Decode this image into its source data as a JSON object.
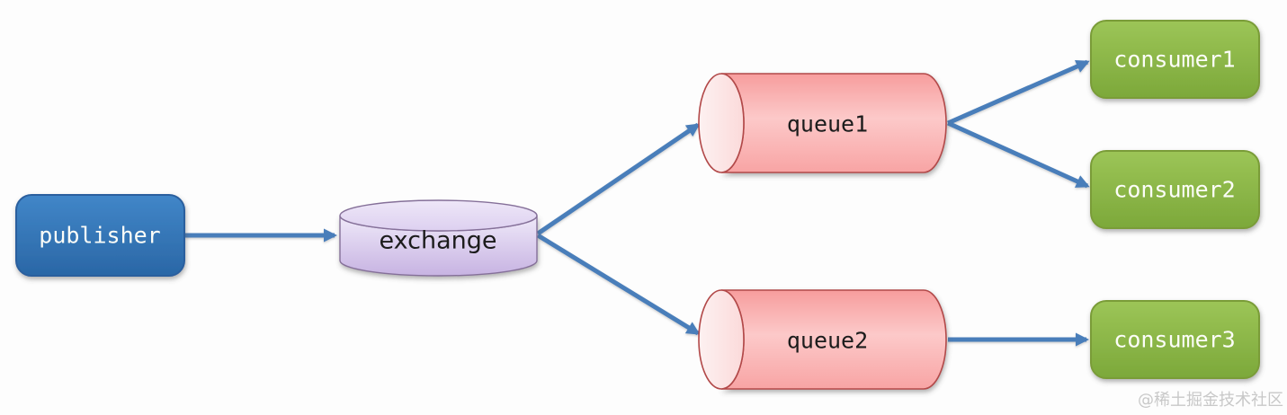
{
  "diagram": {
    "type": "flow-diagram",
    "topic": "message-queue-fanout",
    "watermark": "@稀土掘金技术社区",
    "colors": {
      "background": "#fdfdfd",
      "arrow": "#4a7eba",
      "publisher_blue": "#3578bb",
      "exchange_lavender": "#d9c9ef",
      "queue_pink": "#f9a8a8",
      "queue_cap_pink": "#fdecec",
      "consumer_green": "#8cb944",
      "watermark_gray": "#c8c8c8",
      "node_text_light": "#fcfdf8",
      "node_text_dark": "#1c1c1c"
    },
    "nodes": {
      "publisher": {
        "label": "publisher",
        "shape": "rounded-rect",
        "color": "#3578bb"
      },
      "exchange": {
        "label": "exchange",
        "shape": "cylinder-vertical",
        "color": "#d9c9ef"
      },
      "queue1": {
        "label": "queue1",
        "shape": "cylinder-horizontal",
        "color": "#f9a8a8"
      },
      "queue2": {
        "label": "queue2",
        "shape": "cylinder-horizontal",
        "color": "#f9a8a8"
      },
      "consumer1": {
        "label": "consumer1",
        "shape": "rounded-rect",
        "color": "#8cb944"
      },
      "consumer2": {
        "label": "consumer2",
        "shape": "rounded-rect",
        "color": "#8cb944"
      },
      "consumer3": {
        "label": "consumer3",
        "shape": "rounded-rect",
        "color": "#8cb944"
      }
    },
    "edges": [
      {
        "from": "publisher",
        "to": "exchange"
      },
      {
        "from": "exchange",
        "to": "queue1"
      },
      {
        "from": "exchange",
        "to": "queue2"
      },
      {
        "from": "queue1",
        "to": "consumer1"
      },
      {
        "from": "queue1",
        "to": "consumer2"
      },
      {
        "from": "queue2",
        "to": "consumer3"
      }
    ]
  }
}
